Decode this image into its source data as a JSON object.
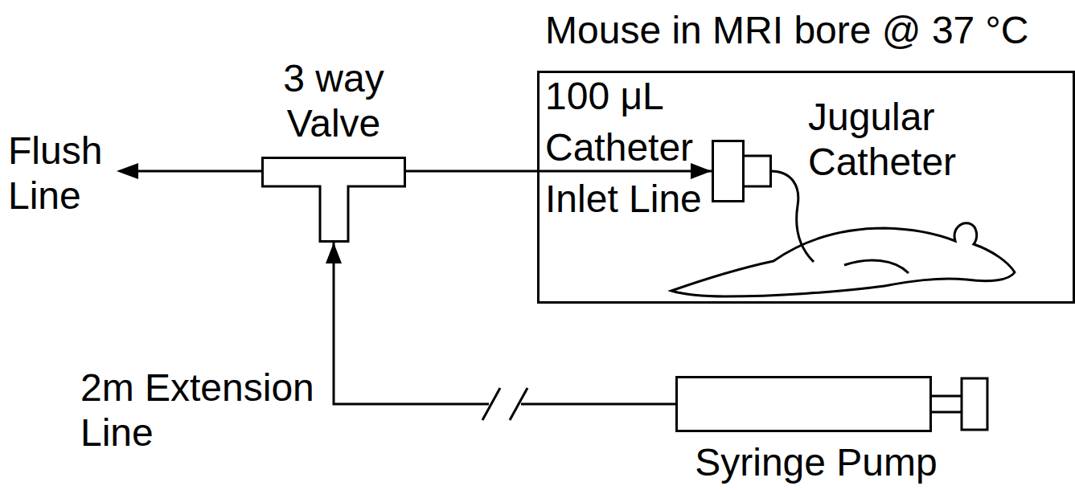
{
  "diagram": {
    "nodes": [
      {
        "text": [
          "Mouse in MRI bore @ 37 °C"
        ]
      },
      {
        "text": [
          "3 way Valve"
        ]
      },
      {
        "text": [
          "100 μL Catheter Inlet Line"
        ],
        "in": 0
      },
      {
        "text": [
          "Syringe Pump"
        ]
      }
    ],
    "edges": [
      {
        "from": 3,
        "to": 1,
        "arrow": "to"
      },
      {
        "from": 1,
        "to": 2,
        "arrow": "to"
      }
    ],
    "labels": [
      "Flush Line",
      "2m Extension Line",
      "Jugular Catheter"
    ]
  }
}
